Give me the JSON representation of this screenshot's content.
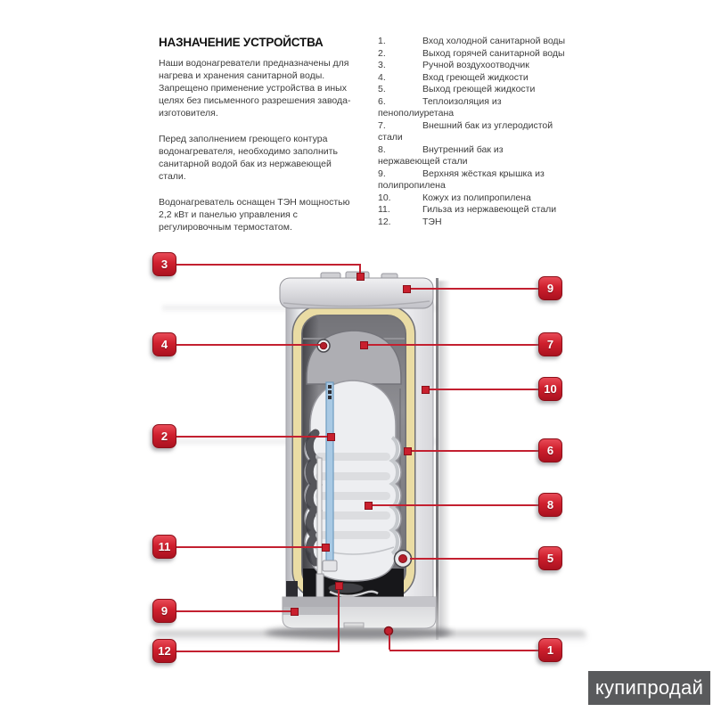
{
  "left_panel": {
    "title": "НАЗНАЧЕНИЕ УСТРОЙСТВА",
    "paragraphs": [
      "Наши водонагреватели предназначены для нагрева и хранения санитарной воды. Запрещено применение устройства в иных целях без письменного разрешения завода-изготовителя.",
      "Перед заполнением греющего контура водонагревателя, необходимо заполнить санитарной водой бак из нержавеющей стали.",
      "Водонагреватель оснащен ТЭН мощностью 2,2 кВт и панелью управления с регулировочным термостатом."
    ]
  },
  "legend": {
    "items": [
      {
        "num": "1.",
        "text": "Вход холодной санитарной воды"
      },
      {
        "num": "2.",
        "text": "Выход горячей санитарной воды"
      },
      {
        "num": "3.",
        "text": "Ручной воздухоотводчик"
      },
      {
        "num": "4.",
        "text": "Вход греющей жидкости"
      },
      {
        "num": "5.",
        "text": "Выход греющей жидкости"
      },
      {
        "num": "6.",
        "text": "Теплоизоляция из пенополиуретана"
      },
      {
        "num": "7.",
        "text": "Внешний бак из углеродистой стали"
      },
      {
        "num": "8.",
        "text": "Внутренний бак из нержавеющей стали"
      },
      {
        "num": "9.",
        "text": "Верхняя жёсткая крышка из полипропилена"
      },
      {
        "num": "10.",
        "text": "Кожух из полипропилена"
      },
      {
        "num": "11.",
        "text": "Гильза из нержавеющей стали"
      },
      {
        "num": "12.",
        "text": "ТЭН"
      }
    ]
  },
  "callouts": {
    "items": [
      {
        "number": "3"
      },
      {
        "number": "4"
      },
      {
        "number": "2"
      },
      {
        "number": "11"
      },
      {
        "number": "9"
      },
      {
        "number": "12"
      },
      {
        "number": "9"
      },
      {
        "number": "7"
      },
      {
        "number": "10"
      },
      {
        "number": "6"
      },
      {
        "number": "8"
      },
      {
        "number": "5"
      },
      {
        "number": "1"
      }
    ]
  },
  "watermark": {
    "text": "купипродай"
  },
  "colors": {
    "accent_red": "#c9202e",
    "insulation_tan": "#eadca4",
    "sleeve_blue": "#a9c9e4",
    "watermark_bg": "#595a5c"
  }
}
